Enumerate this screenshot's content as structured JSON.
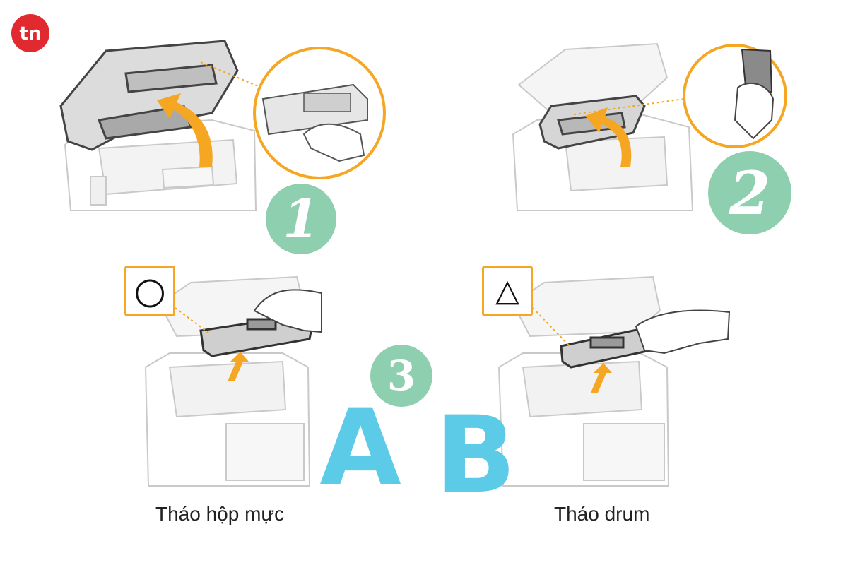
{
  "logo": {
    "text": "tn",
    "color": "#e02a2f"
  },
  "steps": [
    {
      "id": 1,
      "label": "1",
      "color": "#8ecfaf"
    },
    {
      "id": 2,
      "label": "2",
      "color": "#8ecfaf"
    },
    {
      "id": 3,
      "label": "3",
      "color": "#8ecfaf"
    }
  ],
  "options": [
    {
      "letter": "A",
      "symbol": "○",
      "caption": "Tháo hộp mực"
    },
    {
      "letter": "B",
      "symbol": "△",
      "caption": "Tháo drum"
    }
  ],
  "colors": {
    "accent_orange": "#f5a623",
    "letter_blue": "#5bcbe8",
    "badge_green": "#8ecfaf"
  }
}
